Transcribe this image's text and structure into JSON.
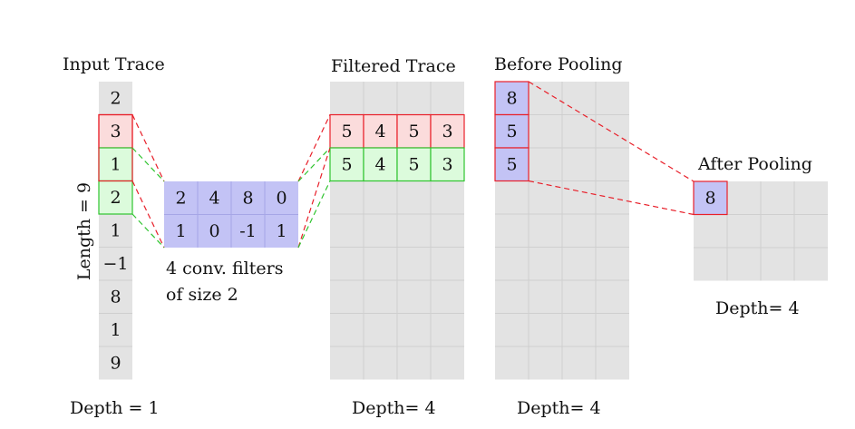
{
  "labels": {
    "input_trace": "Input Trace",
    "filtered_trace": "Filtered Trace",
    "before_pooling": "Before Pooling",
    "after_pooling": "After Pooling",
    "length": "Length = 9",
    "depth_input": "Depth = 1",
    "depth_filtered": "Depth= 4",
    "depth_before": "Depth= 4",
    "depth_after": "Depth= 4",
    "filters_line1": "4 conv.  filters",
    "filters_line2": "of size 2"
  },
  "input_trace": [
    "2",
    "3",
    "1",
    "2",
    "1",
    "−1",
    "8",
    "1",
    "9"
  ],
  "filters": {
    "row1": [
      "2",
      "4",
      "8",
      "0"
    ],
    "row2": [
      "1",
      "0",
      "-1",
      "1"
    ]
  },
  "filtered_rows": {
    "row1": [
      "5",
      "4",
      "5",
      "3"
    ],
    "row2": [
      "5",
      "4",
      "5",
      "3"
    ]
  },
  "before_pooling": [
    "8",
    "5",
    "5"
  ],
  "after_pooling": [
    "8"
  ],
  "colors": {
    "grid_bg": "#e3e3e3",
    "grid_line": "#cfcfcf",
    "red_fill": "#fbdcdc",
    "red_stroke": "#e8202a",
    "green_fill": "#dcfbdc",
    "green_stroke": "#2fc42f",
    "blue_fill": "#c3c3f5",
    "blue_line": "#a6a6e6"
  }
}
